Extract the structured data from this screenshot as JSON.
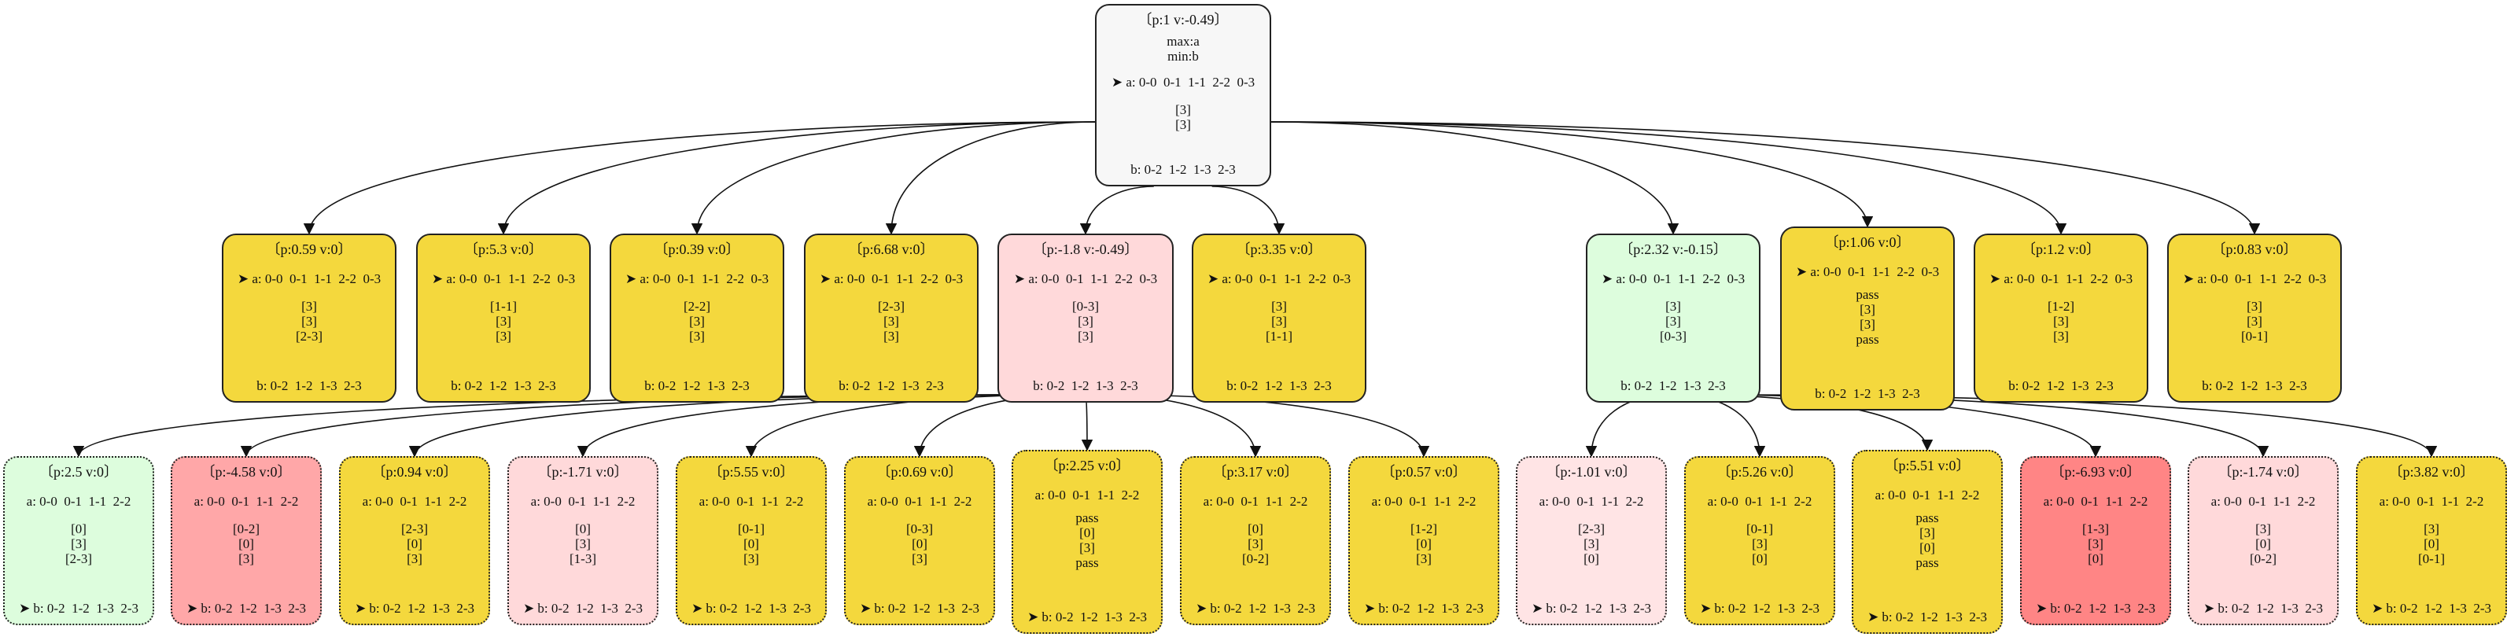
{
  "colors": {
    "root": "#f7f7f7",
    "yellow": "#f4d83d",
    "pink": "#ffd9da",
    "light_pink": "#ffe4e5",
    "red": "#ffa7a8",
    "strong_red": "#ff8585",
    "green": "#ddfddd"
  },
  "nodes": [
    {
      "id": "root",
      "fill": "root",
      "dotted": false,
      "header": "〔p:1 v:-0.49〕",
      "extra": [
        "max:a",
        "min:b"
      ],
      "a": "➤ a: 0-0  0-1  1-1  2-2  0-3",
      "mid": [
        "[3]",
        "[3]"
      ],
      "b": "b: 0-2  1-2  1-3  2-3"
    },
    {
      "id": "c1",
      "fill": "yellow",
      "dotted": false,
      "header": "〔p:0.59 v:0〕",
      "a": "➤ a: 0-0  0-1  1-1  2-2  0-3",
      "mid": [
        "[3]",
        "[3]",
        "[2-3]"
      ],
      "b": "b: 0-2  1-2  1-3  2-3"
    },
    {
      "id": "c2",
      "fill": "yellow",
      "dotted": false,
      "header": "〔p:5.3 v:0〕",
      "a": "➤ a: 0-0  0-1  1-1  2-2  0-3",
      "mid": [
        "[1-1]",
        "[3]",
        "[3]"
      ],
      "b": "b: 0-2  1-2  1-3  2-3"
    },
    {
      "id": "c3",
      "fill": "yellow",
      "dotted": false,
      "header": "〔p:0.39 v:0〕",
      "a": "➤ a: 0-0  0-1  1-1  2-2  0-3",
      "mid": [
        "[2-2]",
        "[3]",
        "[3]"
      ],
      "b": "b: 0-2  1-2  1-3  2-3"
    },
    {
      "id": "c4",
      "fill": "yellow",
      "dotted": false,
      "header": "〔p:6.68 v:0〕",
      "a": "➤ a: 0-0  0-1  1-1  2-2  0-3",
      "mid": [
        "[2-3]",
        "[3]",
        "[3]"
      ],
      "b": "b: 0-2  1-2  1-3  2-3"
    },
    {
      "id": "c5",
      "fill": "pink",
      "dotted": false,
      "header": "〔p:-1.8 v:-0.49〕",
      "a": "➤ a: 0-0  0-1  1-1  2-2  0-3",
      "mid": [
        "[0-3]",
        "[3]",
        "[3]"
      ],
      "b": "b: 0-2  1-2  1-3  2-3"
    },
    {
      "id": "c6",
      "fill": "yellow",
      "dotted": false,
      "header": "〔p:3.35 v:0〕",
      "a": "➤ a: 0-0  0-1  1-1  2-2  0-3",
      "mid": [
        "[3]",
        "[3]",
        "[1-1]"
      ],
      "b": "b: 0-2  1-2  1-3  2-3"
    },
    {
      "id": "c7",
      "fill": "green",
      "dotted": false,
      "header": "〔p:2.32 v:-0.15〕",
      "a": "➤ a: 0-0  0-1  1-1  2-2  0-3",
      "mid": [
        "[3]",
        "[3]",
        "[0-3]"
      ],
      "b": "b: 0-2  1-2  1-3  2-3"
    },
    {
      "id": "c8",
      "fill": "yellow",
      "dotted": false,
      "header": "〔p:1.06 v:0〕",
      "a": "➤ a: 0-0  0-1  1-1  2-2  0-3",
      "mid": [
        "pass",
        "[3]",
        "[3]",
        "pass"
      ],
      "b": "b: 0-2  1-2  1-3  2-3"
    },
    {
      "id": "c9",
      "fill": "yellow",
      "dotted": false,
      "header": "〔p:1.2 v:0〕",
      "a": "➤ a: 0-0  0-1  1-1  2-2  0-3",
      "mid": [
        "[1-2]",
        "[3]",
        "[3]"
      ],
      "b": "b: 0-2  1-2  1-3  2-3"
    },
    {
      "id": "c10",
      "fill": "yellow",
      "dotted": false,
      "header": "〔p:0.83 v:0〕",
      "a": "➤ a: 0-0  0-1  1-1  2-2  0-3",
      "mid": [
        "[3]",
        "[3]",
        "[0-1]"
      ],
      "b": "b: 0-2  1-2  1-3  2-3"
    },
    {
      "id": "g1",
      "fill": "green",
      "dotted": true,
      "header": "〔p:2.5 v:0〕",
      "a": "a: 0-0  0-1  1-1  2-2",
      "mid": [
        "[0]",
        "[3]",
        "[2-3]"
      ],
      "b": "➤ b: 0-2  1-2  1-3  2-3"
    },
    {
      "id": "g2",
      "fill": "red",
      "dotted": true,
      "header": "〔p:-4.58 v:0〕",
      "a": "a: 0-0  0-1  1-1  2-2",
      "mid": [
        "[0-2]",
        "[0]",
        "[3]"
      ],
      "b": "➤ b: 0-2  1-2  1-3  2-3"
    },
    {
      "id": "g3",
      "fill": "yellow",
      "dotted": true,
      "header": "〔p:0.94 v:0〕",
      "a": "a: 0-0  0-1  1-1  2-2",
      "mid": [
        "[2-3]",
        "[0]",
        "[3]"
      ],
      "b": "➤ b: 0-2  1-2  1-3  2-3"
    },
    {
      "id": "g4",
      "fill": "pink",
      "dotted": true,
      "header": "〔p:-1.71 v:0〕",
      "a": "a: 0-0  0-1  1-1  2-2",
      "mid": [
        "[0]",
        "[3]",
        "[1-3]"
      ],
      "b": "➤ b: 0-2  1-2  1-3  2-3"
    },
    {
      "id": "g5",
      "fill": "yellow",
      "dotted": true,
      "header": "〔p:5.55 v:0〕",
      "a": "a: 0-0  0-1  1-1  2-2",
      "mid": [
        "[0-1]",
        "[0]",
        "[3]"
      ],
      "b": "➤ b: 0-2  1-2  1-3  2-3"
    },
    {
      "id": "g6",
      "fill": "yellow",
      "dotted": true,
      "header": "〔p:0.69 v:0〕",
      "a": "a: 0-0  0-1  1-1  2-2",
      "mid": [
        "[0-3]",
        "[0]",
        "[3]"
      ],
      "b": "➤ b: 0-2  1-2  1-3  2-3"
    },
    {
      "id": "g7",
      "fill": "yellow",
      "dotted": true,
      "header": "〔p:2.25 v:0〕",
      "a": "a: 0-0  0-1  1-1  2-2",
      "mid": [
        "pass",
        "[0]",
        "[3]",
        "pass"
      ],
      "b": "➤ b: 0-2  1-2  1-3  2-3"
    },
    {
      "id": "g8",
      "fill": "yellow",
      "dotted": true,
      "header": "〔p:3.17 v:0〕",
      "a": "a: 0-0  0-1  1-1  2-2",
      "mid": [
        "[0]",
        "[3]",
        "[0-2]"
      ],
      "b": "➤ b: 0-2  1-2  1-3  2-3"
    },
    {
      "id": "g9",
      "fill": "yellow",
      "dotted": true,
      "header": "〔p:0.57 v:0〕",
      "a": "a: 0-0  0-1  1-1  2-2",
      "mid": [
        "[1-2]",
        "[0]",
        "[3]"
      ],
      "b": "➤ b: 0-2  1-2  1-3  2-3"
    },
    {
      "id": "h1",
      "fill": "light_pink",
      "dotted": true,
      "header": "〔p:-1.01 v:0〕",
      "a": "a: 0-0  0-1  1-1  2-2",
      "mid": [
        "[2-3]",
        "[3]",
        "[0]"
      ],
      "b": "➤ b: 0-2  1-2  1-3  2-3"
    },
    {
      "id": "h2",
      "fill": "yellow",
      "dotted": true,
      "header": "〔p:5.26 v:0〕",
      "a": "a: 0-0  0-1  1-1  2-2",
      "mid": [
        "[0-1]",
        "[3]",
        "[0]"
      ],
      "b": "➤ b: 0-2  1-2  1-3  2-3"
    },
    {
      "id": "h3",
      "fill": "yellow",
      "dotted": true,
      "header": "〔p:5.51 v:0〕",
      "a": "a: 0-0  0-1  1-1  2-2",
      "mid": [
        "pass",
        "[3]",
        "[0]",
        "pass"
      ],
      "b": "➤ b: 0-2  1-2  1-3  2-3"
    },
    {
      "id": "h4",
      "fill": "strong_red",
      "dotted": true,
      "header": "〔p:-6.93 v:0〕",
      "a": "a: 0-0  0-1  1-1  2-2",
      "mid": [
        "[1-3]",
        "[3]",
        "[0]"
      ],
      "b": "➤ b: 0-2  1-2  1-3  2-3"
    },
    {
      "id": "h5",
      "fill": "pink",
      "dotted": true,
      "header": "〔p:-1.74 v:0〕",
      "a": "a: 0-0  0-1  1-1  2-2",
      "mid": [
        "[3]",
        "[0]",
        "[0-2]"
      ],
      "b": "➤ b: 0-2  1-2  1-3  2-3"
    },
    {
      "id": "h6",
      "fill": "yellow",
      "dotted": true,
      "header": "〔p:3.82 v:0〕",
      "a": "a: 0-0  0-1  1-1  2-2",
      "mid": [
        "[3]",
        "[0]",
        "[0-1]"
      ],
      "b": "➤ b: 0-2  1-2  1-3  2-3"
    }
  ],
  "edges": [
    [
      "root",
      "c1"
    ],
    [
      "root",
      "c2"
    ],
    [
      "root",
      "c3"
    ],
    [
      "root",
      "c4"
    ],
    [
      "root",
      "c5"
    ],
    [
      "root",
      "c6"
    ],
    [
      "root",
      "c7"
    ],
    [
      "root",
      "c8"
    ],
    [
      "root",
      "c9"
    ],
    [
      "root",
      "c10"
    ],
    [
      "c5",
      "g1"
    ],
    [
      "c5",
      "g2"
    ],
    [
      "c5",
      "g3"
    ],
    [
      "c5",
      "g4"
    ],
    [
      "c5",
      "g5"
    ],
    [
      "c5",
      "g6"
    ],
    [
      "c5",
      "g7"
    ],
    [
      "c5",
      "g8"
    ],
    [
      "c5",
      "g9"
    ],
    [
      "c7",
      "h1"
    ],
    [
      "c7",
      "h2"
    ],
    [
      "c7",
      "h3"
    ],
    [
      "c7",
      "h4"
    ],
    [
      "c7",
      "h5"
    ],
    [
      "c7",
      "h6"
    ]
  ]
}
